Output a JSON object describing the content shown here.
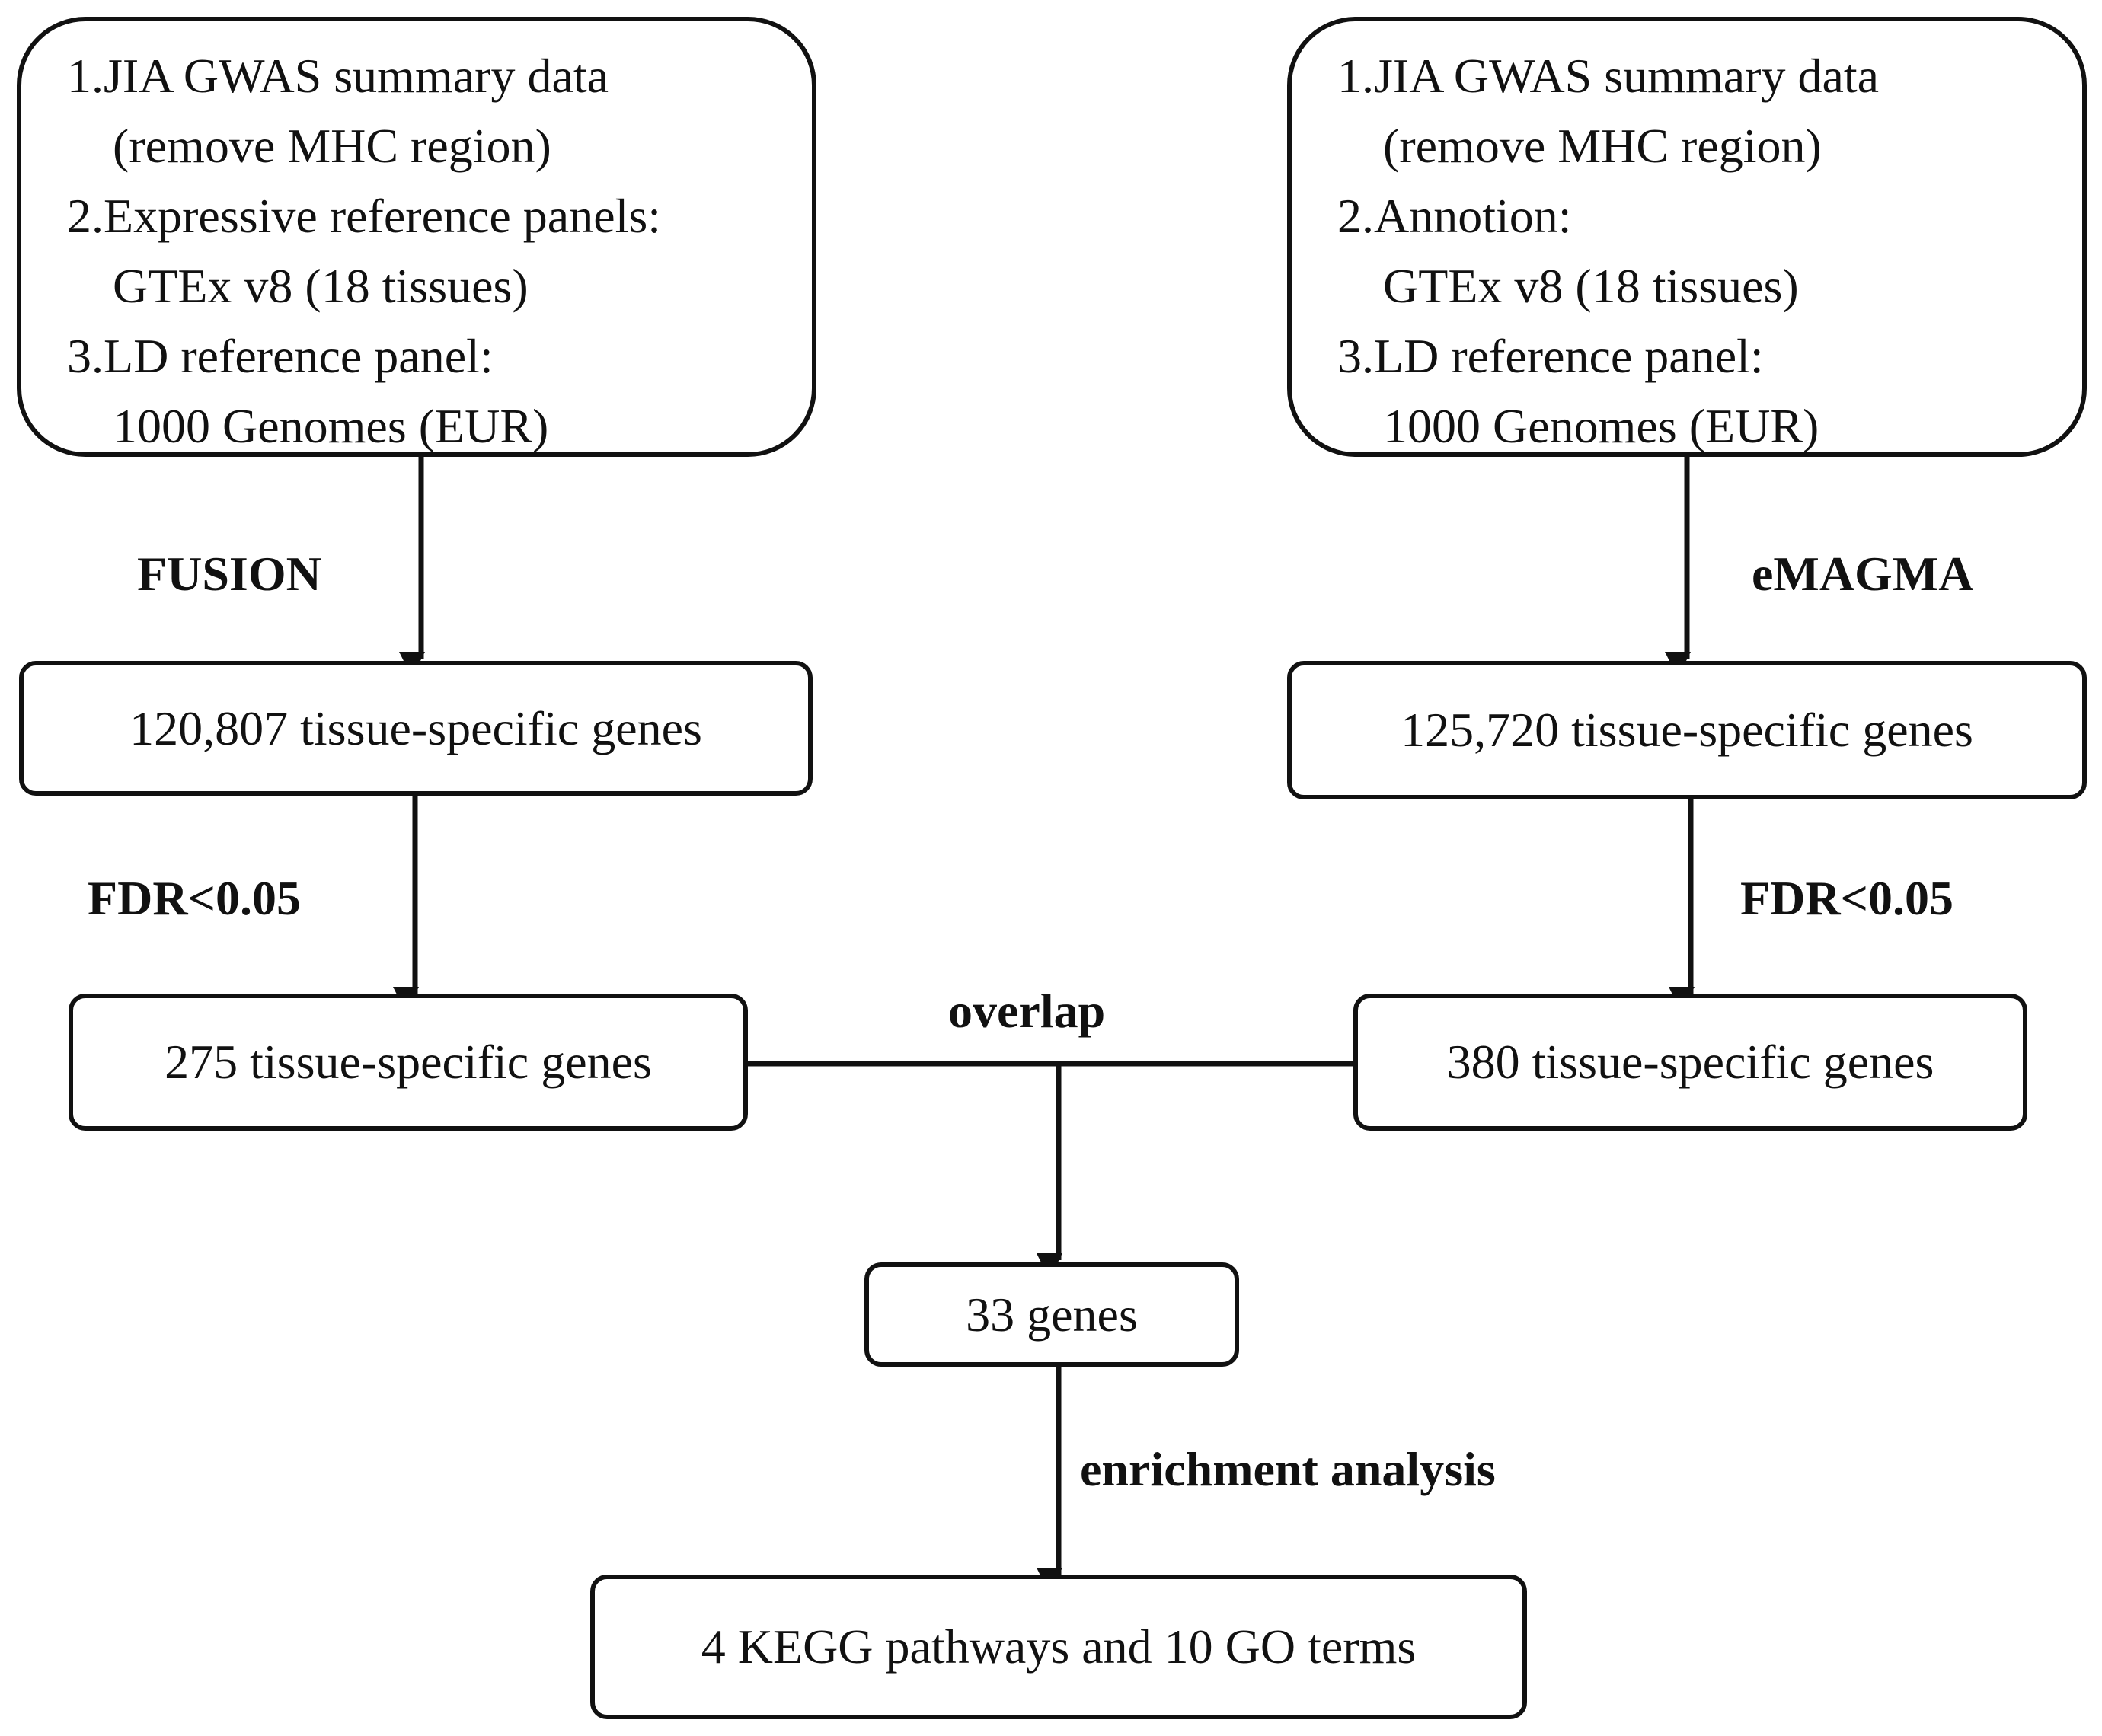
{
  "left_input": {
    "lines": [
      "1.JIA GWAS summary data",
      "(remove MHC region)",
      "2.Expressive reference panels:",
      "GTEx v8 (18 tissues)",
      "3.LD reference panel:",
      "1000 Genomes (EUR)"
    ]
  },
  "right_input": {
    "lines": [
      "1.JIA GWAS summary data",
      "(remove MHC region)",
      "2.Annotion:",
      "GTEx v8 (18 tissues)",
      "3.LD reference panel:",
      "1000 Genomes (EUR)"
    ]
  },
  "methods": {
    "left": "FUSION",
    "right": "eMAGMA"
  },
  "left_all_genes": "120,807 tissue-specific genes",
  "right_all_genes": "125,720 tissue-specific genes",
  "thresholds": {
    "left": "FDR<0.05",
    "right": "FDR<0.05"
  },
  "left_sig_genes": "275 tissue-specific genes",
  "right_sig_genes": "380 tissue-specific genes",
  "overlap_label": "overlap",
  "overlap_genes": "33 genes",
  "enrichment_label": "enrichment analysis",
  "final_result": "4 KEGG pathways and 10 GO terms"
}
